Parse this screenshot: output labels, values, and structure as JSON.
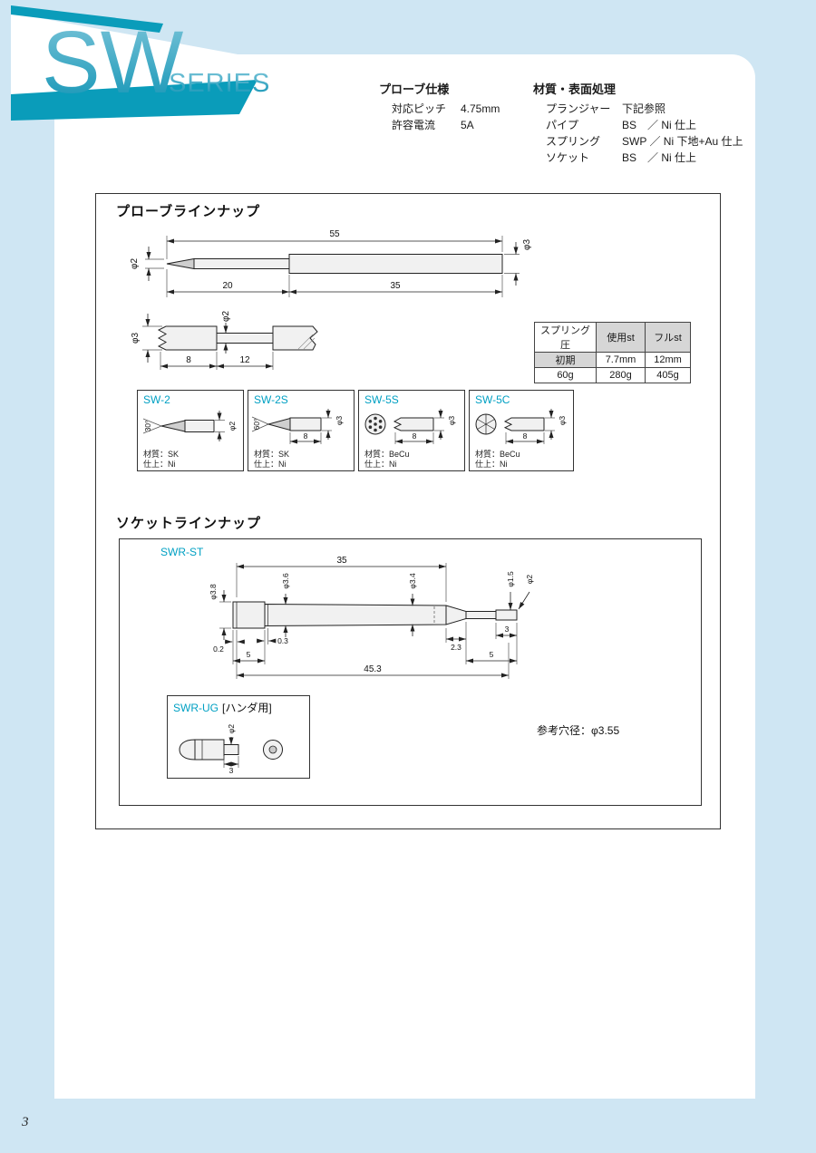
{
  "colors": {
    "accent_teal": "#0a9cba",
    "part_label_teal": "#00a0c3",
    "page_bg": "#cfe6f3",
    "table_header_gray": "#d6d6d6"
  },
  "page": {
    "number": "3"
  },
  "logo": {
    "title": "SW",
    "subtitle": "SERIES"
  },
  "probe_spec": {
    "title": "プローブ仕様",
    "rows": [
      {
        "label": "対応ピッチ",
        "value": "4.75mm"
      },
      {
        "label": "許容電流",
        "value": "5A"
      }
    ]
  },
  "material_spec": {
    "title": "材質・表面処理",
    "rows": [
      {
        "label": "プランジャー",
        "value": "下記参照"
      },
      {
        "label": "パイプ",
        "value": "BS　／ Ni 仕上"
      },
      {
        "label": "スプリング",
        "value": "SWP ／ Ni 下地+Au 仕上"
      },
      {
        "label": "ソケット",
        "value": "BS　／ Ni 仕上"
      }
    ]
  },
  "probe_lineup": {
    "title": "プローブラインナップ",
    "probe_side": {
      "total_len": "55",
      "tip_dia": "φ2",
      "body_dia": "φ3",
      "tip_len": "20",
      "body_len": "35"
    },
    "probe_detail": {
      "outer_dia": "φ3",
      "inner_dia": "φ2",
      "len_a": "8",
      "len_b": "12"
    },
    "spring_table": {
      "col0": "スプリング圧",
      "col1": "使用st",
      "col2": "フルst",
      "r1c0": "初期",
      "r1c1": "7.7mm",
      "r1c2": "12mm",
      "r2c0": "60g",
      "r2c1": "280g",
      "r2c2": "405g"
    },
    "tips": [
      {
        "name": "SW-2",
        "angle": "30°",
        "dia": "φ2",
        "material": "材質：SK",
        "finish": "仕上：Ni"
      },
      {
        "name": "SW-2S",
        "angle": "60°",
        "dia": "φ3",
        "len": "8",
        "material": "材質：SK",
        "finish": "仕上：Ni"
      },
      {
        "name": "SW-5S",
        "dia": "φ3",
        "len": "8",
        "material": "材質：BeCu",
        "finish": "仕上：Ni"
      },
      {
        "name": "SW-5C",
        "dia": "φ3",
        "len": "8",
        "material": "材質：BeCu",
        "finish": "仕上：Ni"
      }
    ]
  },
  "socket_lineup": {
    "title": "ソケットラインナップ",
    "swr_st": {
      "name": "SWR-ST",
      "len_top": "35",
      "total_len": "45.3",
      "dia1": "φ3.8",
      "dia2": "φ3.6",
      "dia3": "φ3.4",
      "dia4": "φ1.5",
      "dia5": "φ2",
      "dim_02": "0.2",
      "dim_03": "0.3",
      "dim_5a": "5",
      "dim_23": "2.3",
      "dim_3": "3",
      "dim_5b": "5"
    },
    "swr_ug": {
      "name": "SWR-UG",
      "tag": "[ハンダ用]",
      "dia": "φ2",
      "len": "3"
    },
    "ref_hole": "参考穴径：φ3.55"
  }
}
